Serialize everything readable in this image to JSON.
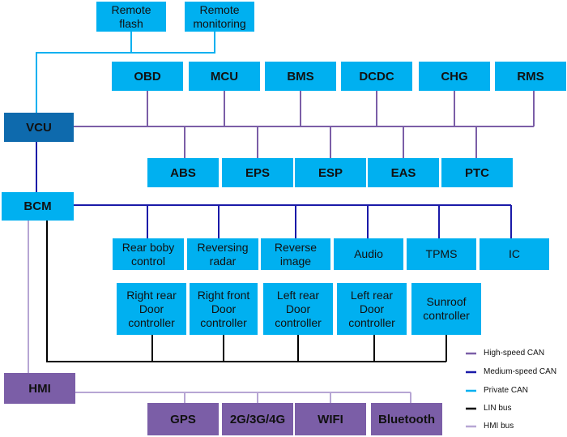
{
  "colors": {
    "high_speed_can": "#7b5ea7",
    "medium_speed_can": "#1a1aa8",
    "private_can": "#00b0f0",
    "lin_bus": "#000000",
    "hmi_bus": "#b7a6d4"
  },
  "nodes": {
    "remote_flash": "Remote\nflash",
    "remote_monitoring": "Remote\nmonitoring",
    "obd": "OBD",
    "mcu": "MCU",
    "bms": "BMS",
    "dcdc": "DCDC",
    "chg": "CHG",
    "rms": "RMS",
    "vcu": "VCU",
    "abs": "ABS",
    "eps": "EPS",
    "esp": "ESP",
    "eas": "EAS",
    "ptc": "PTC",
    "bcm": "BCM",
    "rear_body_control": "Rear boby\ncontrol",
    "reversing_radar": "Reversing\nradar",
    "reverse_image": "Reverse\nimage",
    "audio": "Audio",
    "tpms": "TPMS",
    "ic": "IC",
    "right_rear_door": "Right rear\nDoor\ncontroller",
    "right_front_door": "Right front\nDoor\ncontroller",
    "left_rear_door_1": "Left rear\nDoor\ncontroller",
    "left_rear_door_2": "Left rear\nDoor\ncontroller",
    "sunroof": "Sunroof\ncontroller",
    "hmi": "HMI",
    "gps": "GPS",
    "cellular": "2G/3G/4G",
    "wifi": "WIFI",
    "bluetooth": "Bluetooth"
  },
  "legend": [
    {
      "label": "High-speed CAN",
      "color": "#7b5ea7"
    },
    {
      "label": "Medium-speed CAN",
      "color": "#1a1aa8"
    },
    {
      "label": "Private CAN",
      "color": "#00b0f0"
    },
    {
      "label": "LIN bus",
      "color": "#000000"
    },
    {
      "label": "HMI bus",
      "color": "#b7a6d4"
    }
  ]
}
